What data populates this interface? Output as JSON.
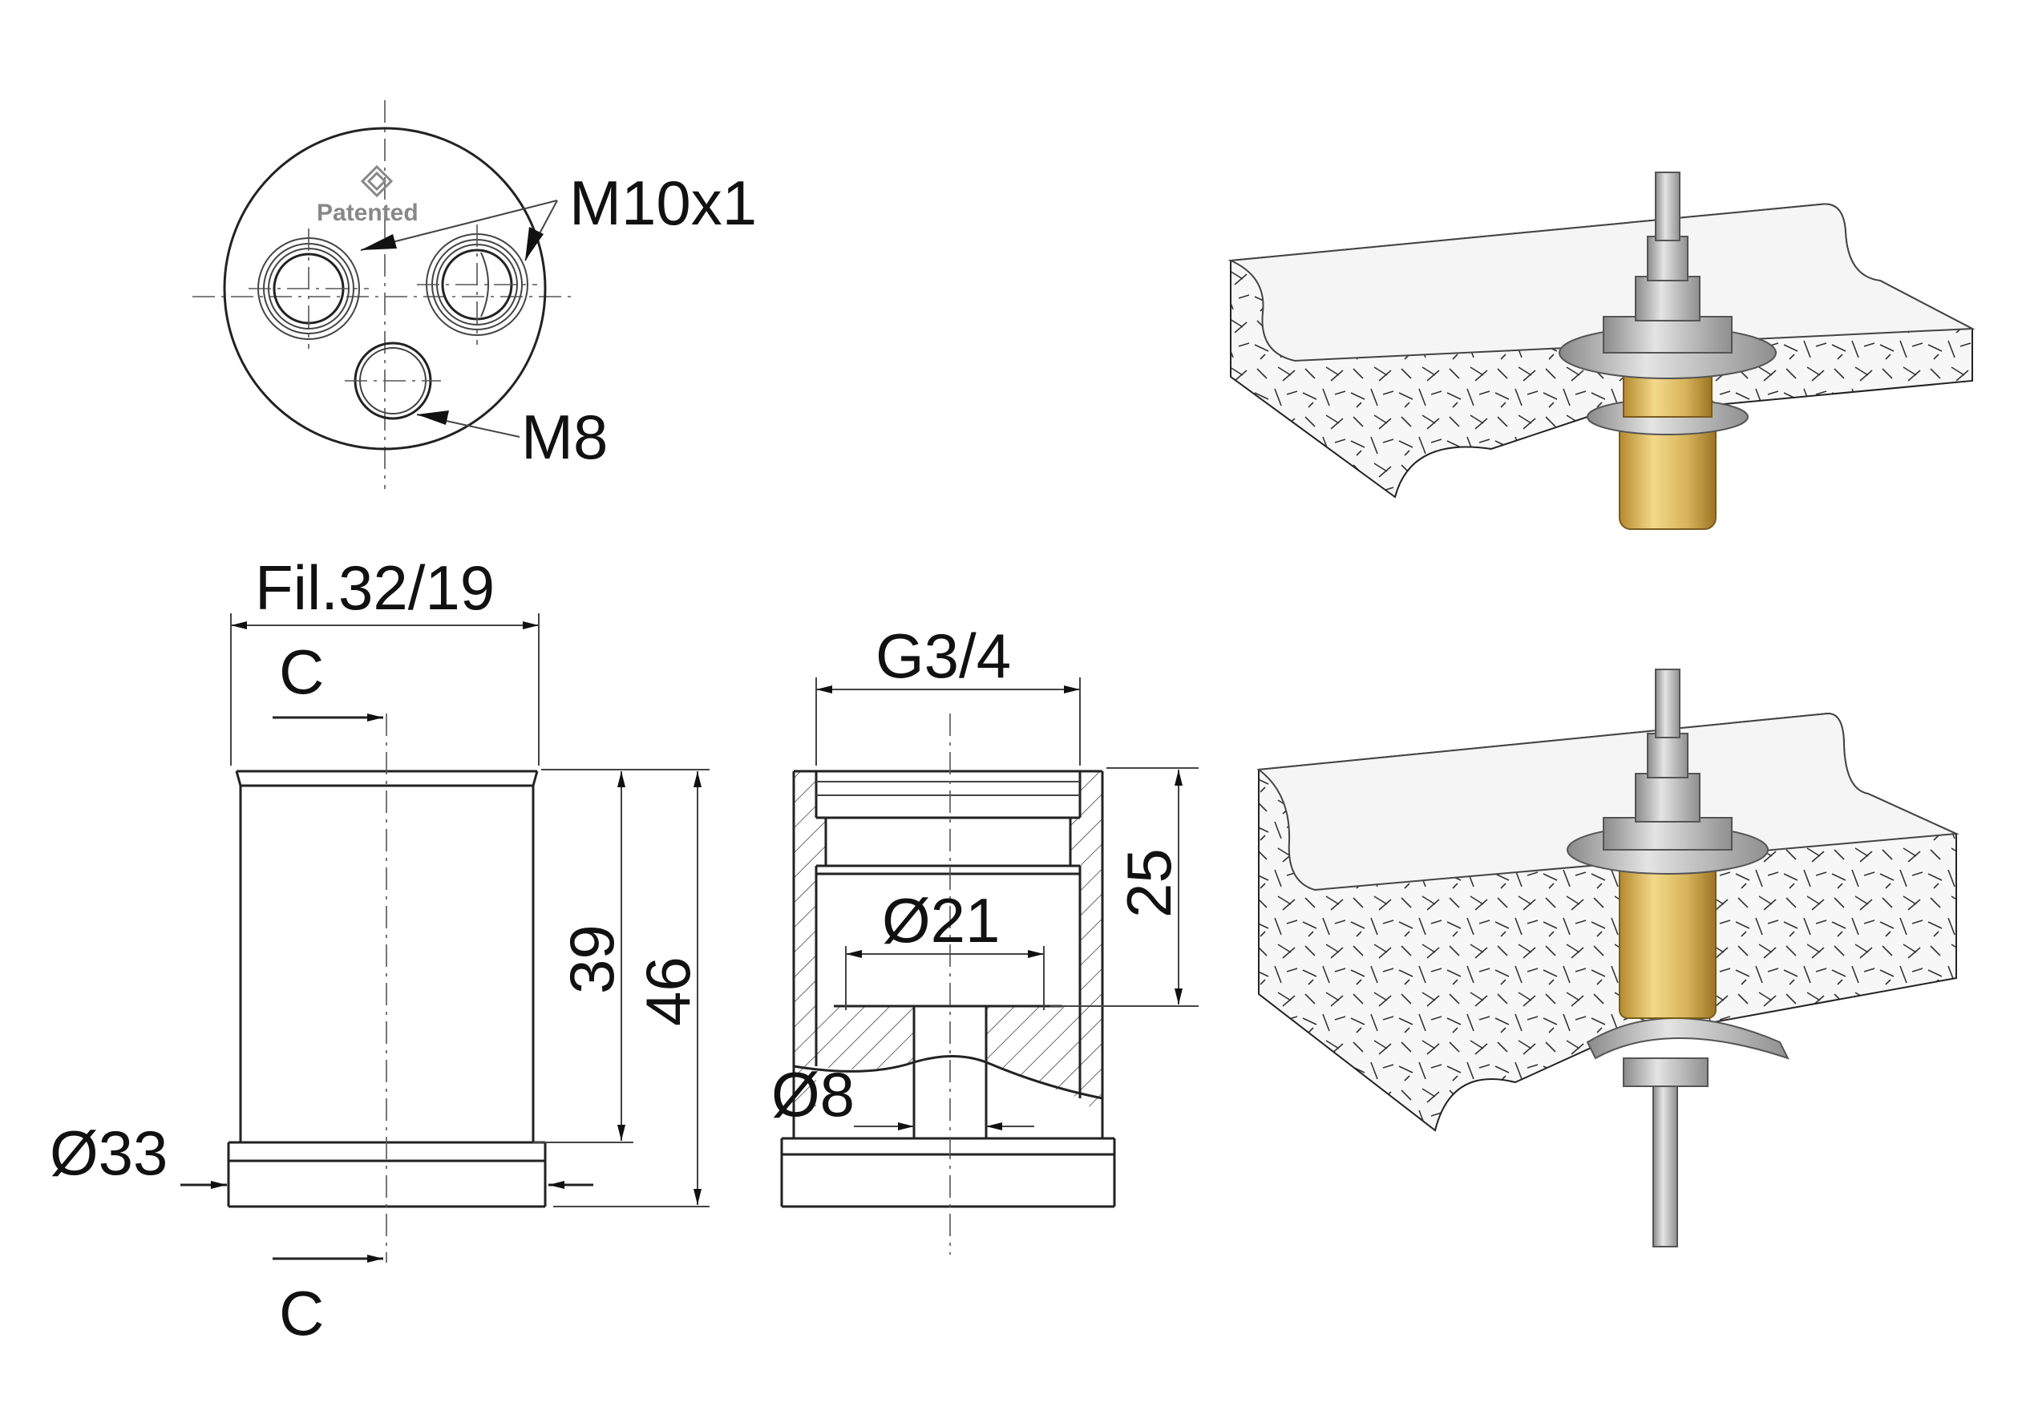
{
  "top_view": {
    "patent_label": "Patented",
    "thread_large": "M10x1",
    "thread_small": "M8"
  },
  "side_view": {
    "top_dim": "Fil.32/19",
    "section_mark_top": "C",
    "section_mark_bottom": "C",
    "height_inner": "39",
    "height_total": "46",
    "diameter_base": "Ø33"
  },
  "section_view": {
    "top_dim": "G3/4",
    "depth": "25",
    "diameter_inner": "Ø21",
    "diameter_hole": "Ø8"
  },
  "colors": {
    "line": "#222222",
    "brass": "#d8b45a",
    "steel": "#b8b8b8",
    "stone": "#f2f2f2"
  }
}
